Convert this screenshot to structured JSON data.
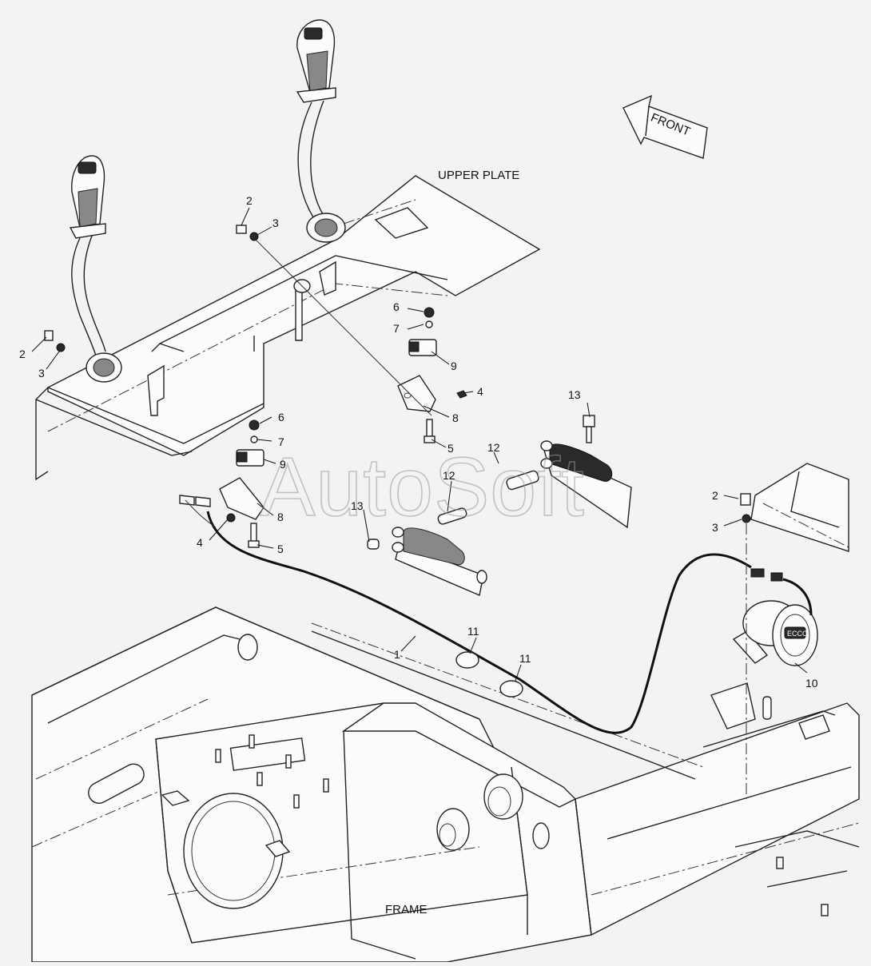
{
  "labels": {
    "upper_plate": "UPPER PLATE",
    "frame": "FRAME",
    "front": "FRONT"
  },
  "watermark": "AutoSoft",
  "callouts": [
    {
      "id": "c2a",
      "text": "2"
    },
    {
      "id": "c3a",
      "text": "3"
    },
    {
      "id": "c2b",
      "text": "2"
    },
    {
      "id": "c3b",
      "text": "3"
    },
    {
      "id": "c6a",
      "text": "6"
    },
    {
      "id": "c7a",
      "text": "7"
    },
    {
      "id": "c9a",
      "text": "9"
    },
    {
      "id": "c4a",
      "text": "4"
    },
    {
      "id": "c8a",
      "text": "8"
    },
    {
      "id": "c5a",
      "text": "5"
    },
    {
      "id": "c13a",
      "text": "13"
    },
    {
      "id": "c12a",
      "text": "12"
    },
    {
      "id": "c12b",
      "text": "12"
    },
    {
      "id": "c6b",
      "text": "6"
    },
    {
      "id": "c7b",
      "text": "7"
    },
    {
      "id": "c9b",
      "text": "9"
    },
    {
      "id": "c8b",
      "text": "8"
    },
    {
      "id": "c4b",
      "text": "4"
    },
    {
      "id": "c5b",
      "text": "5"
    },
    {
      "id": "c13b",
      "text": "13"
    },
    {
      "id": "c2c",
      "text": "2"
    },
    {
      "id": "c3c",
      "text": "3"
    },
    {
      "id": "c11a",
      "text": "11"
    },
    {
      "id": "c11b",
      "text": "11"
    },
    {
      "id": "c1",
      "text": "1"
    },
    {
      "id": "c10",
      "text": "10"
    }
  ],
  "alarm_badge": "ECCO"
}
